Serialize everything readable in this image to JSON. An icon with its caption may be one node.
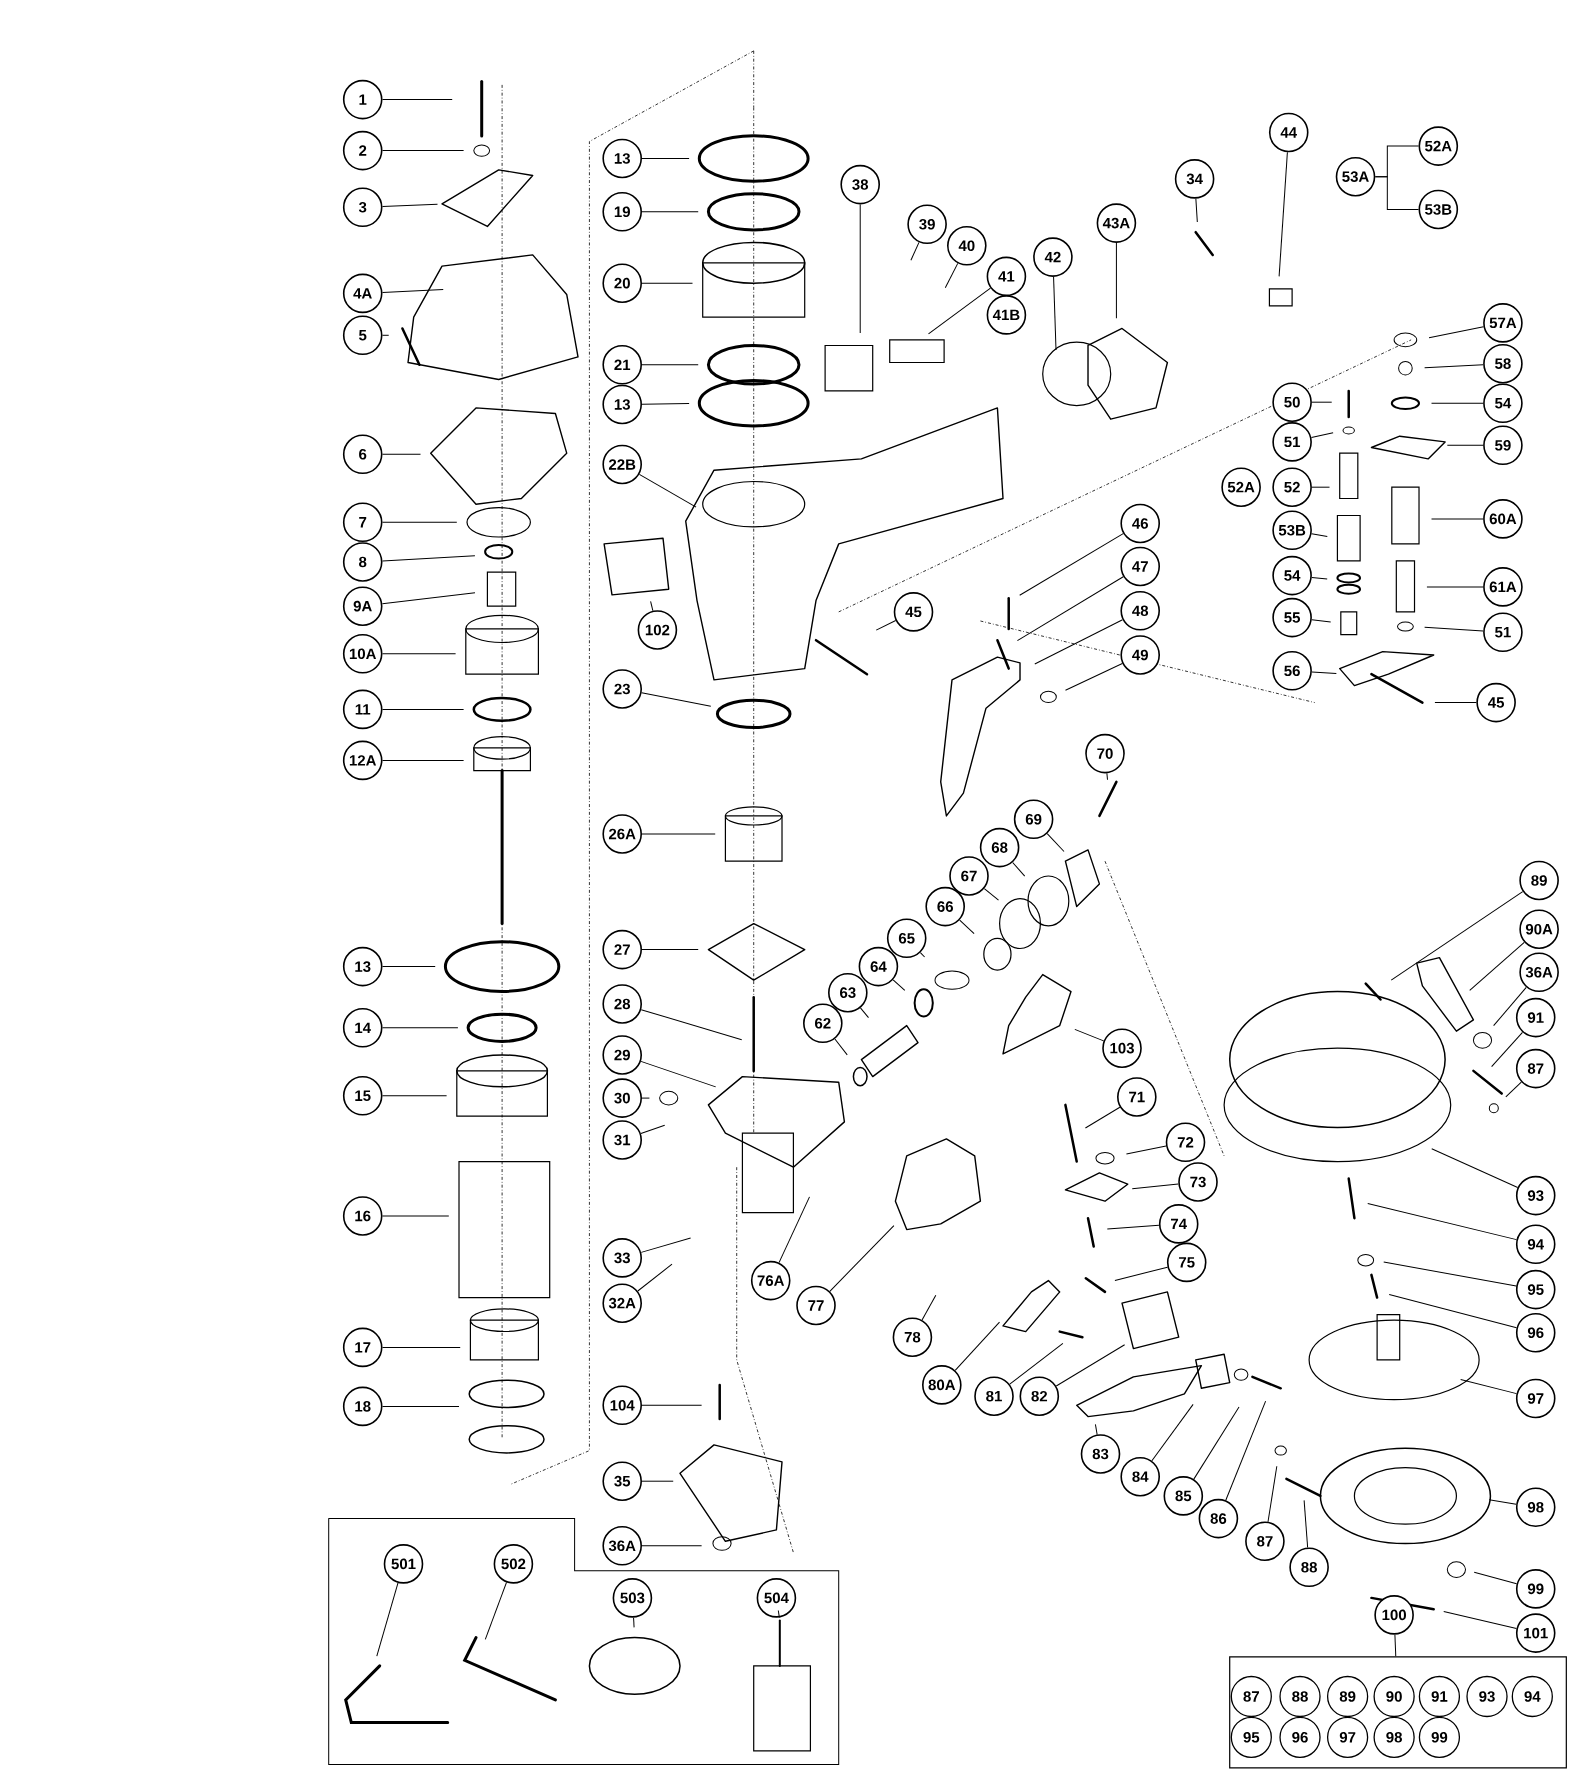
{
  "diagram": {
    "nodes": [
      {
        "text": [
          "1"
        ]
      },
      {
        "text": [
          "2"
        ]
      },
      {
        "text": [
          "3"
        ]
      },
      {
        "text": [
          "4A"
        ]
      },
      {
        "text": [
          "5"
        ]
      },
      {
        "text": [
          "6"
        ]
      },
      {
        "text": [
          "7"
        ]
      },
      {
        "text": [
          "8"
        ]
      },
      {
        "text": [
          "9A"
        ]
      },
      {
        "text": [
          "10A"
        ]
      },
      {
        "text": [
          "11"
        ]
      },
      {
        "text": [
          "12A"
        ]
      },
      {
        "text": [
          "13"
        ]
      },
      {
        "text": [
          "14"
        ]
      },
      {
        "text": [
          "15"
        ]
      },
      {
        "text": [
          "16"
        ]
      },
      {
        "text": [
          "17"
        ]
      },
      {
        "text": [
          "18"
        ]
      },
      {
        "text": [
          "13"
        ]
      },
      {
        "text": [
          "19"
        ]
      },
      {
        "text": [
          "20"
        ]
      },
      {
        "text": [
          "21"
        ]
      },
      {
        "text": [
          "13"
        ]
      },
      {
        "text": [
          "22B"
        ]
      },
      {
        "text": [
          "102"
        ]
      },
      {
        "text": [
          "23"
        ]
      },
      {
        "text": [
          "26A"
        ]
      },
      {
        "text": [
          "27"
        ]
      },
      {
        "text": [
          "28"
        ]
      },
      {
        "text": [
          "29"
        ]
      },
      {
        "text": [
          "30"
        ]
      },
      {
        "text": [
          "31"
        ]
      },
      {
        "text": [
          "33"
        ]
      },
      {
        "text": [
          "32A"
        ]
      },
      {
        "text": [
          "104"
        ]
      },
      {
        "text": [
          "35"
        ]
      },
      {
        "text": [
          "36A"
        ]
      },
      {
        "text": [
          "38"
        ]
      },
      {
        "text": [
          "39"
        ]
      },
      {
        "text": [
          "40"
        ]
      },
      {
        "text": [
          "41"
        ]
      },
      {
        "text": [
          "41B"
        ]
      },
      {
        "text": [
          "42"
        ]
      },
      {
        "text": [
          "43A"
        ]
      },
      {
        "text": [
          "34"
        ]
      },
      {
        "text": [
          "44"
        ]
      },
      {
        "text": [
          "53A"
        ]
      },
      {
        "text": [
          "52A"
        ]
      },
      {
        "text": [
          "53B"
        ]
      },
      {
        "text": [
          "57A"
        ]
      },
      {
        "text": [
          "58"
        ]
      },
      {
        "text": [
          "54"
        ]
      },
      {
        "text": [
          "59"
        ]
      },
      {
        "text": [
          "50"
        ]
      },
      {
        "text": [
          "51"
        ]
      },
      {
        "text": [
          "52A"
        ]
      },
      {
        "text": [
          "52"
        ]
      },
      {
        "text": [
          "60A"
        ]
      },
      {
        "text": [
          "53B"
        ]
      },
      {
        "text": [
          "54"
        ]
      },
      {
        "text": [
          "61A"
        ]
      },
      {
        "text": [
          "55"
        ]
      },
      {
        "text": [
          "51"
        ]
      },
      {
        "text": [
          "56"
        ]
      },
      {
        "text": [
          "45"
        ]
      },
      {
        "text": [
          "45"
        ]
      },
      {
        "text": [
          "46"
        ]
      },
      {
        "text": [
          "47"
        ]
      },
      {
        "text": [
          "48"
        ]
      },
      {
        "text": [
          "49"
        ]
      },
      {
        "text": [
          "70"
        ]
      },
      {
        "text": [
          "69"
        ]
      },
      {
        "text": [
          "68"
        ]
      },
      {
        "text": [
          "67"
        ]
      },
      {
        "text": [
          "66"
        ]
      },
      {
        "text": [
          "65"
        ]
      },
      {
        "text": [
          "64"
        ]
      },
      {
        "text": [
          "63"
        ]
      },
      {
        "text": [
          "62"
        ]
      },
      {
        "text": [
          "103"
        ]
      },
      {
        "text": [
          "71"
        ]
      },
      {
        "text": [
          "72"
        ]
      },
      {
        "text": [
          "73"
        ]
      },
      {
        "text": [
          "74"
        ]
      },
      {
        "text": [
          "75"
        ]
      },
      {
        "text": [
          "76A"
        ]
      },
      {
        "text": [
          "77"
        ]
      },
      {
        "text": [
          "78"
        ]
      },
      {
        "text": [
          "80A"
        ]
      },
      {
        "text": [
          "81"
        ]
      },
      {
        "text": [
          "82"
        ]
      },
      {
        "text": [
          "83"
        ]
      },
      {
        "text": [
          "84"
        ]
      },
      {
        "text": [
          "85"
        ]
      },
      {
        "text": [
          "86"
        ]
      },
      {
        "text": [
          "87"
        ]
      },
      {
        "text": [
          "88"
        ]
      },
      {
        "text": [
          "89"
        ]
      },
      {
        "text": [
          "90A"
        ]
      },
      {
        "text": [
          "36A"
        ]
      },
      {
        "text": [
          "91"
        ]
      },
      {
        "text": [
          "87"
        ]
      },
      {
        "text": [
          "93"
        ]
      },
      {
        "text": [
          "94"
        ]
      },
      {
        "text": [
          "95"
        ]
      },
      {
        "text": [
          "96"
        ]
      },
      {
        "text": [
          "97"
        ]
      },
      {
        "text": [
          "98"
        ]
      },
      {
        "text": [
          "99"
        ]
      },
      {
        "text": [
          "101"
        ]
      },
      {
        "text": [
          "501"
        ]
      },
      {
        "text": [
          "502"
        ]
      },
      {
        "text": [
          "503"
        ]
      },
      {
        "text": [
          "504"
        ]
      },
      {
        "text": [
          "100"
        ]
      },
      {
        "text": [],
        "shape": "box"
      },
      {
        "text": [
          "87"
        ],
        "in": 115
      },
      {
        "text": [
          "88"
        ],
        "in": 115
      },
      {
        "text": [
          "89"
        ],
        "in": 115
      },
      {
        "text": [
          "90"
        ],
        "in": 115
      },
      {
        "text": [
          "91"
        ],
        "in": 115
      },
      {
        "text": [
          "93"
        ],
        "in": 115
      },
      {
        "text": [
          "94"
        ],
        "in": 115
      },
      {
        "text": [
          "95"
        ],
        "in": 115
      },
      {
        "text": [
          "96"
        ],
        "in": 115
      },
      {
        "text": [
          "97"
        ],
        "in": 115
      },
      {
        "text": [
          "98"
        ],
        "in": 115
      },
      {
        "text": [
          "99"
        ],
        "in": 115
      }
    ],
    "edges": [
      {
        "from": 0,
        "to": null,
        "arrow": "none"
      },
      {
        "from": 1,
        "to": null,
        "arrow": "none"
      },
      {
        "from": 2,
        "to": null,
        "arrow": "none"
      },
      {
        "from": 3,
        "to": null,
        "arrow": "none"
      },
      {
        "from": 4,
        "to": null,
        "arrow": "none"
      },
      {
        "from": 5,
        "to": null,
        "arrow": "none"
      },
      {
        "from": 6,
        "to": null,
        "arrow": "none"
      },
      {
        "from": 7,
        "to": null,
        "arrow": "none"
      },
      {
        "from": 8,
        "to": null,
        "arrow": "none"
      },
      {
        "from": 9,
        "to": null,
        "arrow": "none"
      },
      {
        "from": 10,
        "to": null,
        "arrow": "none"
      },
      {
        "from": 11,
        "to": null,
        "arrow": "none"
      },
      {
        "from": 12,
        "to": null,
        "arrow": "none"
      },
      {
        "from": 13,
        "to": null,
        "arrow": "none"
      },
      {
        "from": 14,
        "to": null,
        "arrow": "none"
      },
      {
        "from": 15,
        "to": null,
        "arrow": "none"
      },
      {
        "from": 16,
        "to": null,
        "arrow": "none"
      },
      {
        "from": 17,
        "to": null,
        "arrow": "none"
      },
      {
        "from": 18,
        "to": null,
        "arrow": "none"
      },
      {
        "from": 19,
        "to": null,
        "arrow": "none"
      },
      {
        "from": 20,
        "to": null,
        "arrow": "none"
      },
      {
        "from": 21,
        "to": null,
        "arrow": "none"
      },
      {
        "from": 22,
        "to": null,
        "arrow": "none"
      },
      {
        "from": 23,
        "to": null,
        "arrow": "none"
      },
      {
        "from": 24,
        "to": null,
        "arrow": "none"
      },
      {
        "from": 25,
        "to": null,
        "arrow": "none"
      },
      {
        "from": 26,
        "to": null,
        "arrow": "none"
      },
      {
        "from": 27,
        "to": null,
        "arrow": "none"
      },
      {
        "from": 28,
        "to": null,
        "arrow": "none"
      },
      {
        "from": 29,
        "to": null,
        "arrow": "none"
      },
      {
        "from": 30,
        "to": null,
        "arrow": "none"
      },
      {
        "from": 31,
        "to": null,
        "arrow": "none"
      },
      {
        "from": 32,
        "to": null,
        "arrow": "none"
      },
      {
        "from": 33,
        "to": null,
        "arrow": "none"
      },
      {
        "from": 34,
        "to": null,
        "arrow": "none"
      },
      {
        "from": 35,
        "to": null,
        "arrow": "none"
      },
      {
        "from": 36,
        "to": null,
        "arrow": "none"
      },
      {
        "from": 37,
        "to": null,
        "arrow": "none"
      },
      {
        "from": 38,
        "to": null,
        "arrow": "none"
      },
      {
        "from": 39,
        "to": null,
        "arrow": "none"
      },
      {
        "from": 40,
        "to": null,
        "arrow": "none"
      },
      {
        "from": 42,
        "to": null,
        "arrow": "none"
      },
      {
        "from": 43,
        "to": null,
        "arrow": "none"
      },
      {
        "from": 44,
        "to": null,
        "arrow": "none"
      },
      {
        "from": 45,
        "to": null,
        "arrow": "none"
      },
      {
        "from": 46,
        "to": 47,
        "arrow": "none"
      },
      {
        "from": 46,
        "to": 48,
        "arrow": "none"
      },
      {
        "from": 49,
        "to": null,
        "arrow": "none"
      },
      {
        "from": 50,
        "to": null,
        "arrow": "none"
      },
      {
        "from": 51,
        "to": null,
        "arrow": "none"
      },
      {
        "from": 52,
        "to": null,
        "arrow": "none"
      },
      {
        "from": 53,
        "to": null,
        "arrow": "none"
      },
      {
        "from": 54,
        "to": null,
        "arrow": "none"
      },
      {
        "from": 56,
        "to": null,
        "arrow": "none"
      },
      {
        "from": 57,
        "to": null,
        "arrow": "none"
      },
      {
        "from": 58,
        "to": null,
        "arrow": "none"
      },
      {
        "from": 59,
        "to": null,
        "arrow": "none"
      },
      {
        "from": 60,
        "to": null,
        "arrow": "none"
      },
      {
        "from": 61,
        "to": null,
        "arrow": "none"
      },
      {
        "from": 62,
        "to": null,
        "arrow": "none"
      },
      {
        "from": 63,
        "to": null,
        "arrow": "none"
      },
      {
        "from": 64,
        "to": null,
        "arrow": "none"
      },
      {
        "from": 65,
        "to": null,
        "arrow": "none"
      },
      {
        "from": 66,
        "to": null,
        "arrow": "none"
      },
      {
        "from": 67,
        "to": null,
        "arrow": "none"
      },
      {
        "from": 68,
        "to": null,
        "arrow": "none"
      },
      {
        "from": 69,
        "to": null,
        "arrow": "none"
      },
      {
        "from": 70,
        "to": null,
        "arrow": "none"
      },
      {
        "from": 71,
        "to": null,
        "arrow": "none"
      },
      {
        "from": 72,
        "to": null,
        "arrow": "none"
      },
      {
        "from": 73,
        "to": null,
        "arrow": "none"
      },
      {
        "from": 74,
        "to": null,
        "arrow": "none"
      },
      {
        "from": 75,
        "to": null,
        "arrow": "none"
      },
      {
        "from": 76,
        "to": null,
        "arrow": "none"
      },
      {
        "from": 77,
        "to": null,
        "arrow": "none"
      },
      {
        "from": 78,
        "to": null,
        "arrow": "none"
      },
      {
        "from": 79,
        "to": null,
        "arrow": "none"
      },
      {
        "from": 80,
        "to": null,
        "arrow": "none"
      },
      {
        "from": 81,
        "to": null,
        "arrow": "none"
      },
      {
        "from": 82,
        "to": null,
        "arrow": "none"
      },
      {
        "from": 83,
        "to": null,
        "arrow": "none"
      },
      {
        "from": 84,
        "to": null,
        "arrow": "none"
      },
      {
        "from": 85,
        "to": null,
        "arrow": "none"
      },
      {
        "from": 86,
        "to": null,
        "arrow": "none"
      },
      {
        "from": 87,
        "to": null,
        "arrow": "none"
      },
      {
        "from": 88,
        "to": null,
        "arrow": "none"
      },
      {
        "from": 89,
        "to": null,
        "arrow": "none"
      },
      {
        "from": 90,
        "to": null,
        "arrow": "none"
      },
      {
        "from": 91,
        "to": null,
        "arrow": "none"
      },
      {
        "from": 92,
        "to": null,
        "arrow": "none"
      },
      {
        "from": 93,
        "to": null,
        "arrow": "none"
      },
      {
        "from": 94,
        "to": null,
        "arrow": "none"
      },
      {
        "from": 95,
        "to": null,
        "arrow": "none"
      },
      {
        "from": 96,
        "to": null,
        "arrow": "none"
      },
      {
        "from": 97,
        "to": null,
        "arrow": "none"
      },
      {
        "from": 98,
        "to": null,
        "arrow": "none"
      },
      {
        "from": 99,
        "to": null,
        "arrow": "none"
      },
      {
        "from": 100,
        "to": null,
        "arrow": "none"
      },
      {
        "from": 101,
        "to": null,
        "arrow": "none"
      },
      {
        "from": 102,
        "to": null,
        "arrow": "none"
      },
      {
        "from": 103,
        "to": null,
        "arrow": "none"
      },
      {
        "from": 104,
        "to": null,
        "arrow": "none"
      },
      {
        "from": 105,
        "to": null,
        "arrow": "none"
      },
      {
        "from": 106,
        "to": null,
        "arrow": "none"
      },
      {
        "from": 107,
        "to": null,
        "arrow": "none"
      },
      {
        "from": 108,
        "to": null,
        "arrow": "none"
      },
      {
        "from": 109,
        "to": null,
        "arrow": "none"
      },
      {
        "from": 110,
        "to": null,
        "arrow": "none"
      },
      {
        "from": 111,
        "to": null,
        "arrow": "none"
      },
      {
        "from": 112,
        "to": null,
        "arrow": "none"
      },
      {
        "from": 113,
        "to": null,
        "arrow": "none"
      },
      {
        "from": 114,
        "to": 115,
        "arrow": "none"
      }
    ]
  }
}
